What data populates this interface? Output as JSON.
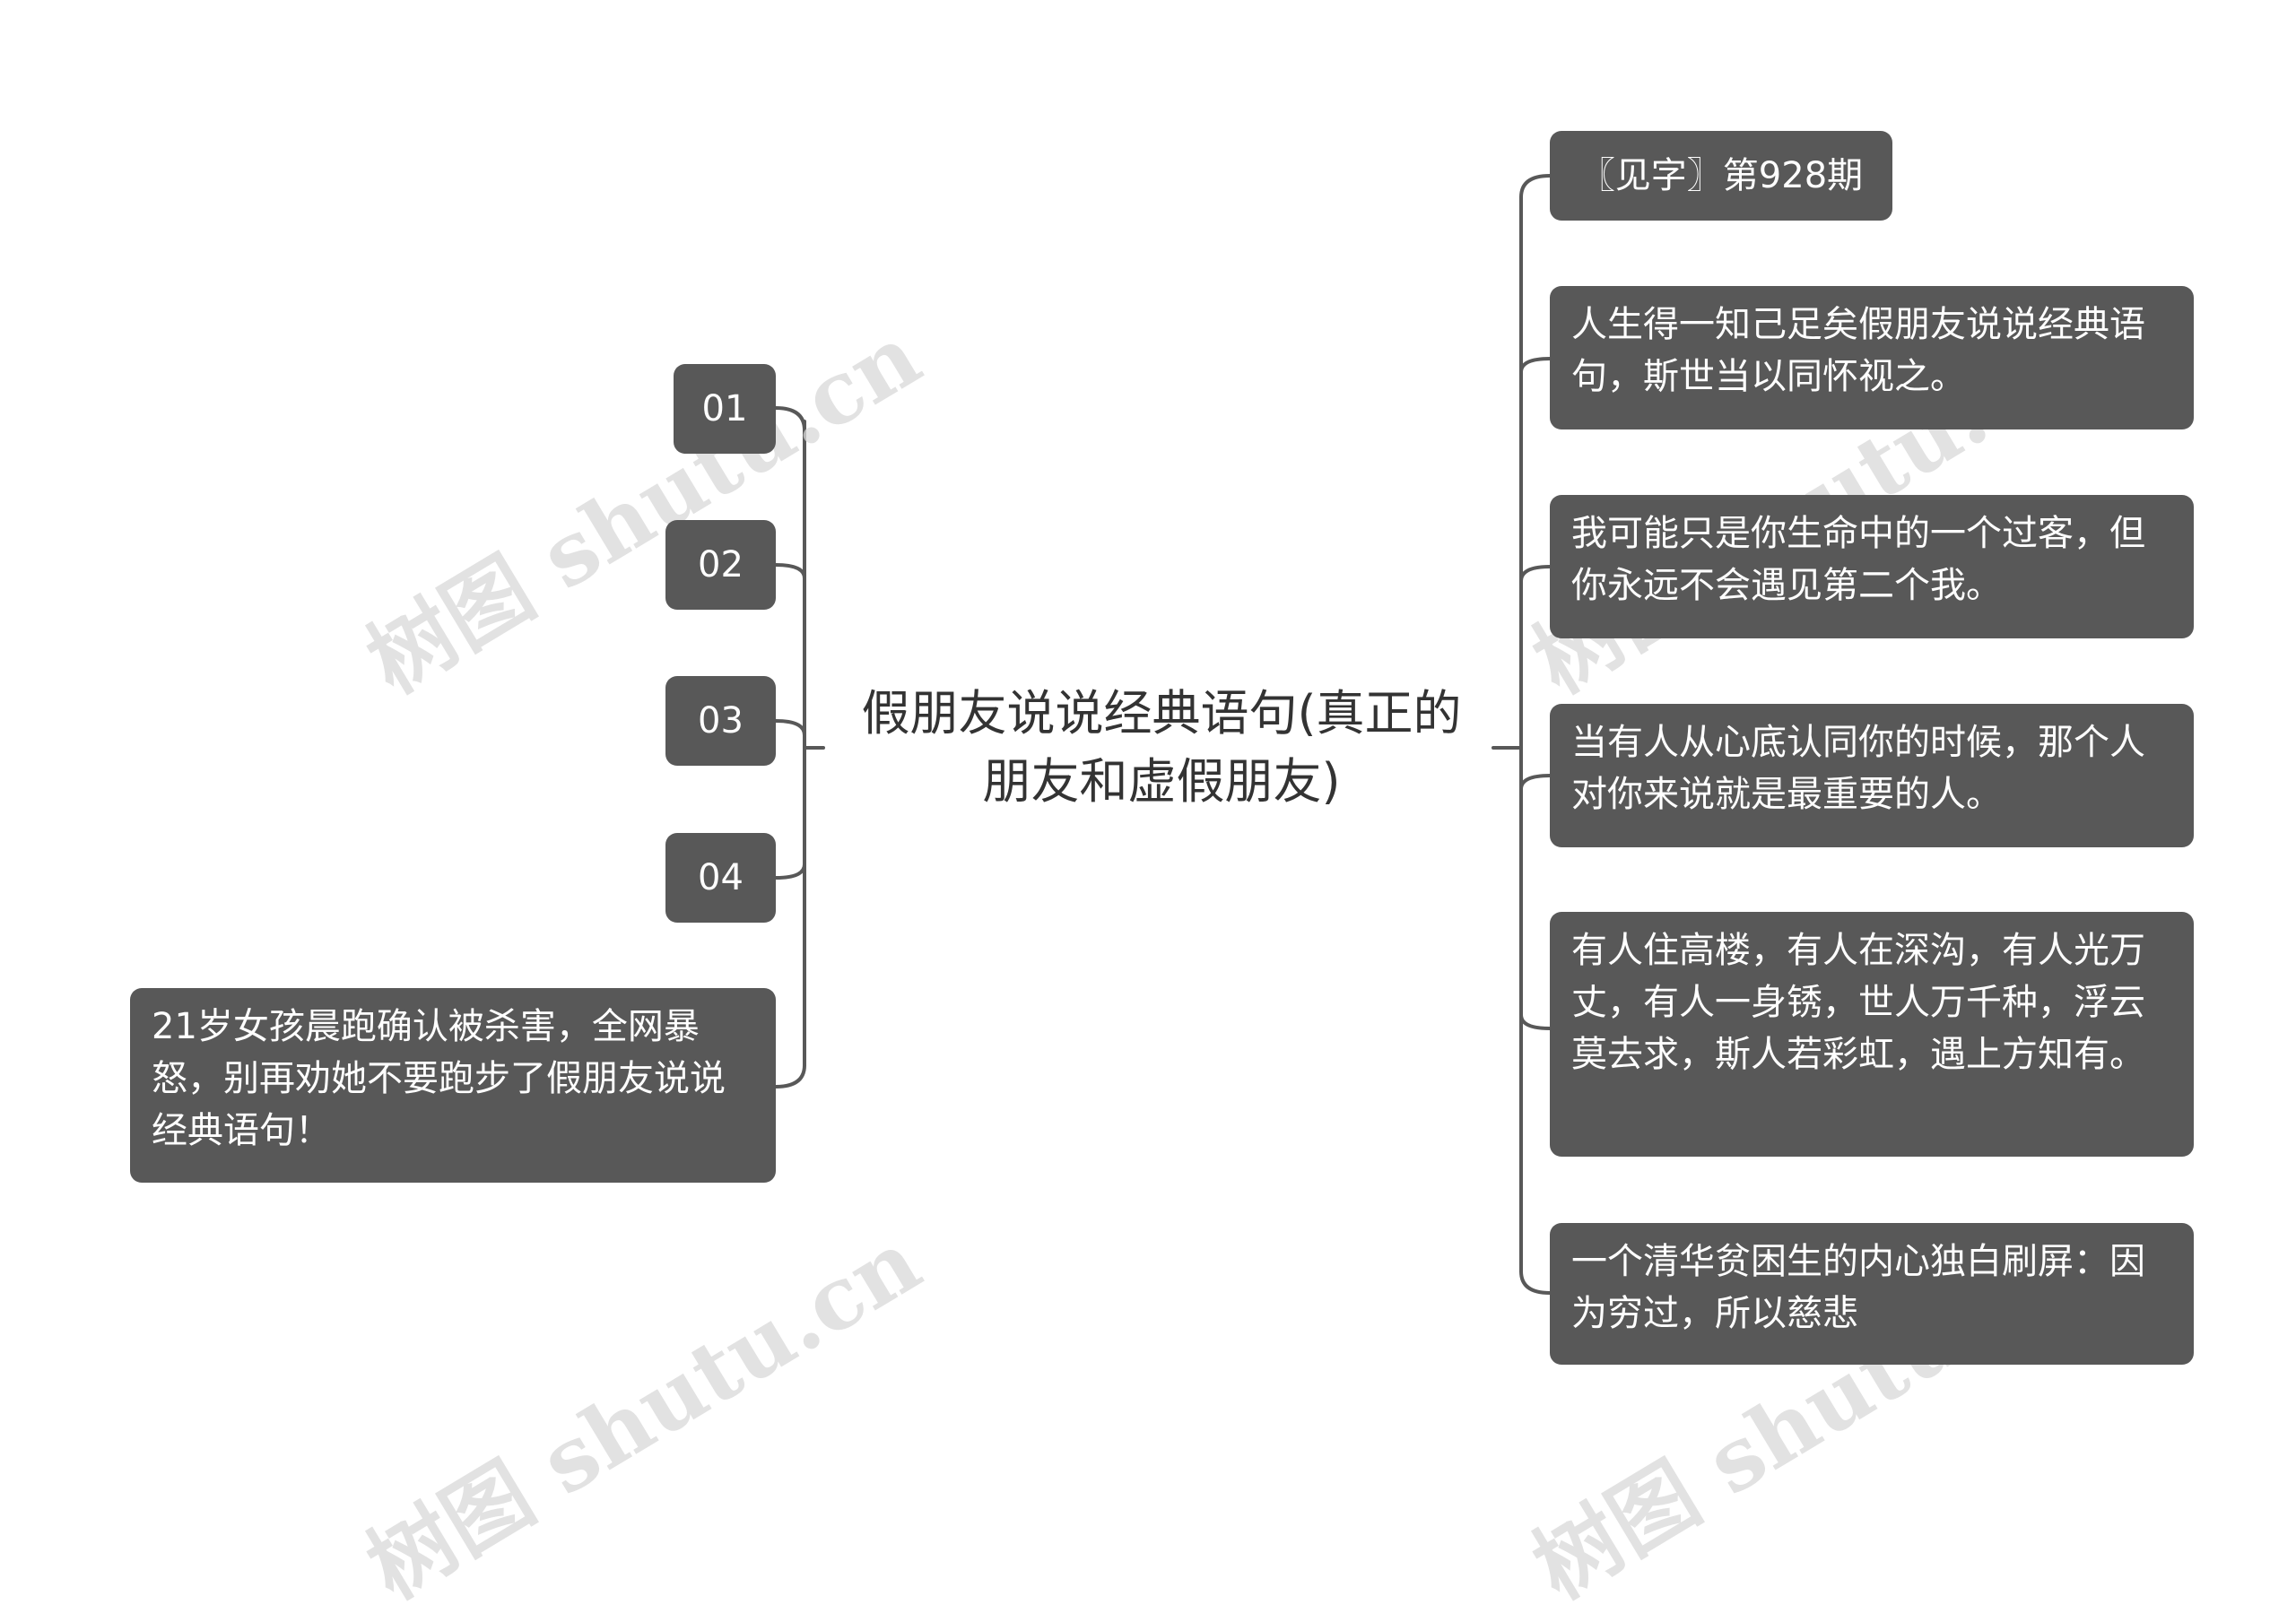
{
  "watermark": "树图 shutu.cn",
  "center": {
    "title": "假朋友说说经典语句(真正的朋友和虚假朋友)"
  },
  "left_nodes": [
    "01",
    "02",
    "03",
    "04",
    "21岁女孩晨跑确认被杀害，全网暴怒，别再劝她不要跑步了假朋友说说经典语句！"
  ],
  "right_nodes": [
    "〖见字〗第928期",
    "人生得一知己足矣假朋友说说经典语句，斯世当以同怀视之。",
    "我可能只是你生命中的一个过客，但你永远不会遇见第二个我。",
    "当有人从心底认同你的时候，那个人对你来说就是最重要的人。",
    "有人住高楼，有人在深沟，有人光万丈，有人一身锈，世人万千种，浮云莫去求，斯人若彩虹，遇上方知有。",
    "一个清华贫困生的内心独白刷屏：因为穷过，所以慈悲"
  ],
  "colors": {
    "node_bg": "#585858",
    "node_text": "#ffffff",
    "line": "#585858",
    "center_text": "#333333",
    "watermark": "#d9d9d9"
  }
}
